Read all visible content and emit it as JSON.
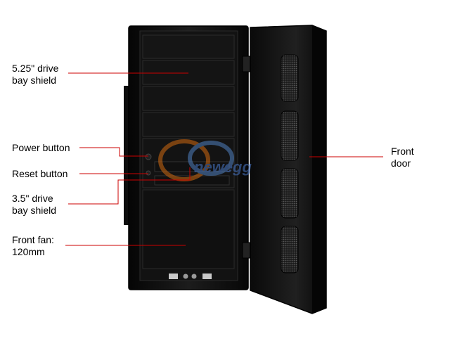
{
  "labels": {
    "drive_525": "5.25\" drive\nbay shield",
    "power": "Power button",
    "reset": "Reset button",
    "drive_35": "3.5\" drive\nbay shield",
    "fan": "Front fan:\n120mm",
    "door": "Front\ndoor"
  },
  "watermark": "newegg",
  "colors": {
    "leader": "#cc0000",
    "case": "#0b0b0b",
    "panel": "#161616",
    "mesh": "#3a3a3a"
  }
}
